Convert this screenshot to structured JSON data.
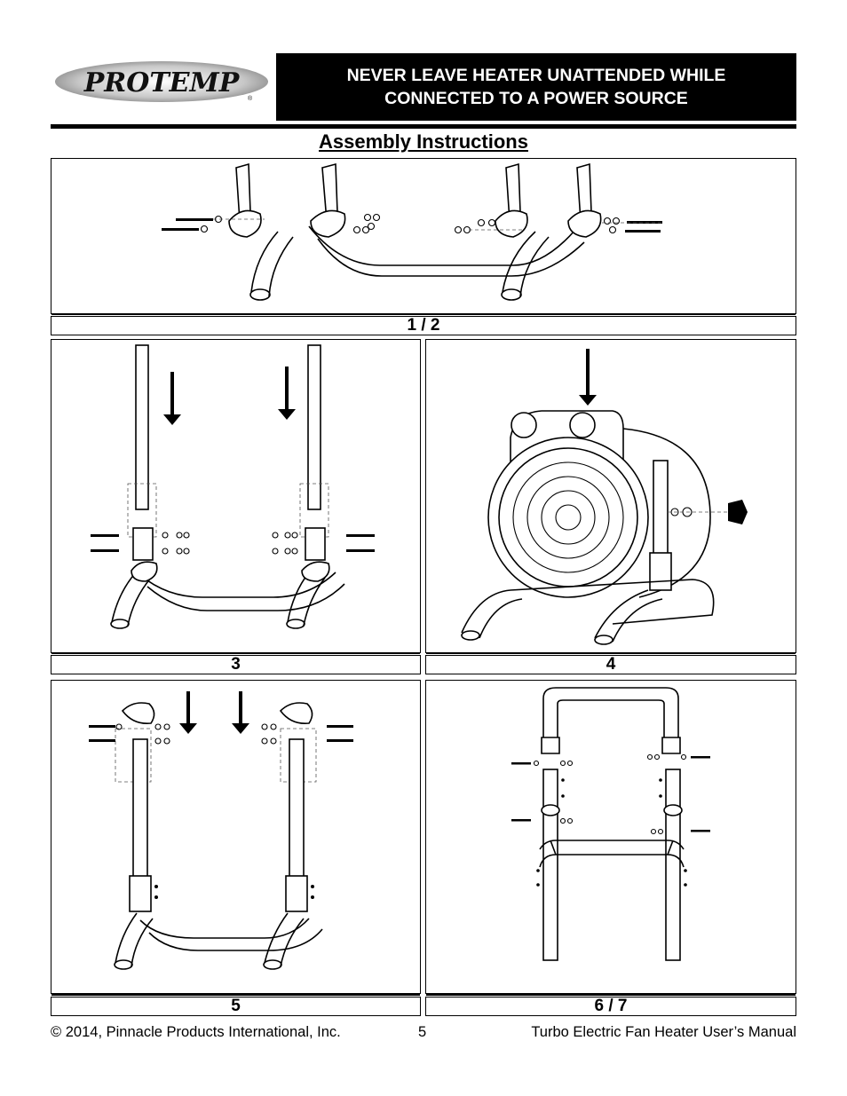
{
  "header": {
    "logo_text": "PROTEMP",
    "warning_line1": "NEVER LEAVE HEATER UNATTENDED WHILE",
    "warning_line2": "CONNECTED TO A POWER SOURCE"
  },
  "title": "Assembly Instructions",
  "steps": [
    {
      "label": "1 / 2"
    },
    {
      "label": "3"
    },
    {
      "label": "4"
    },
    {
      "label": "5"
    },
    {
      "label": "6 / 7"
    }
  ],
  "footer": {
    "copyright": "© 2014, Pinnacle Products International, Inc.",
    "page_number": "5",
    "manual_title": "Turbo Electric Fan Heater User’s Manual"
  }
}
